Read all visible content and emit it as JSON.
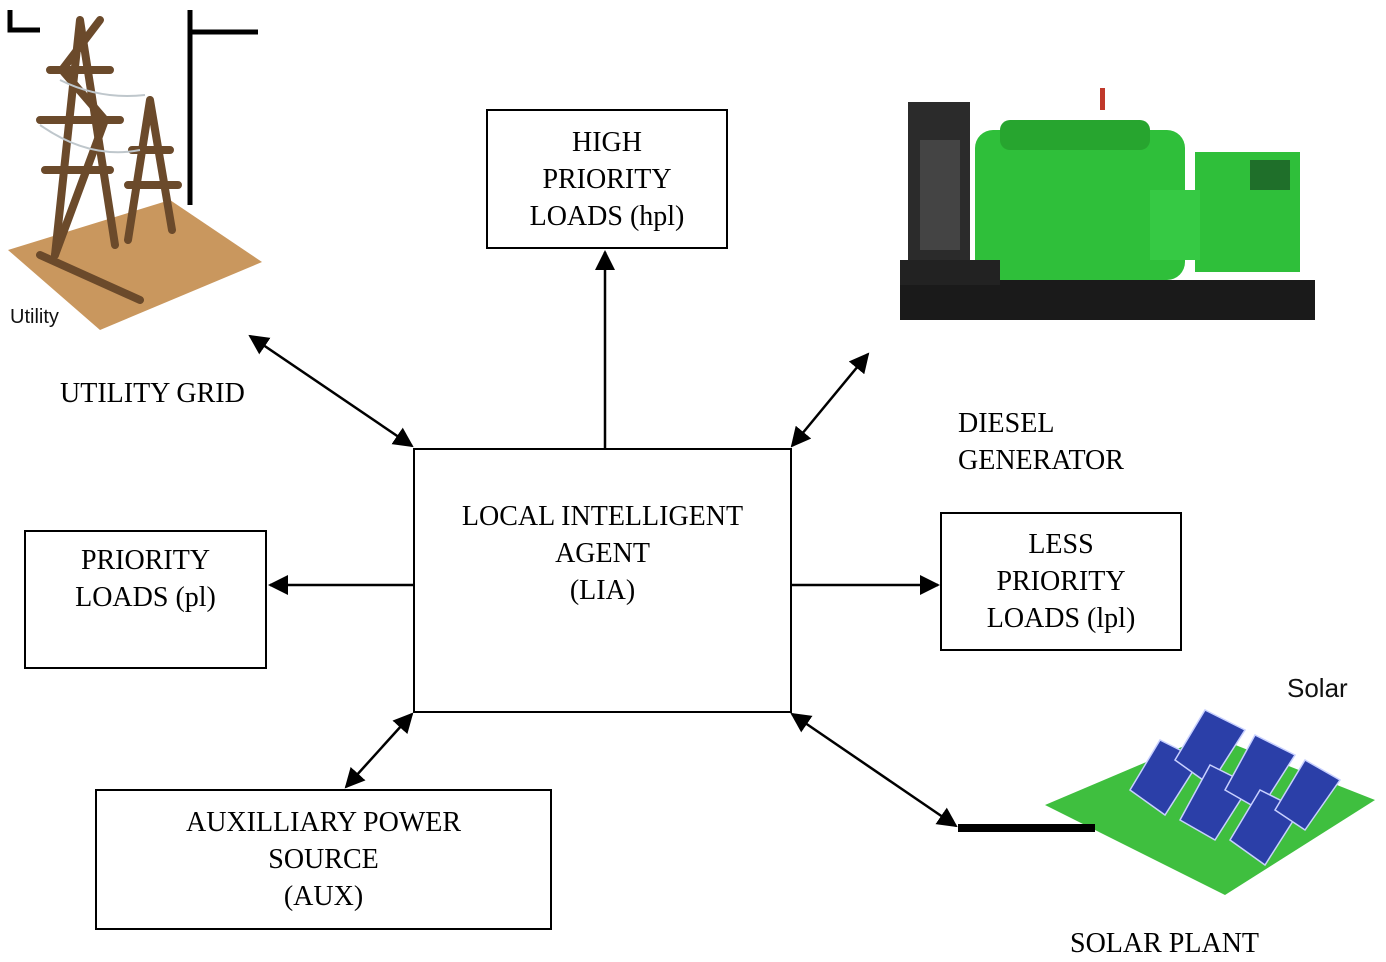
{
  "boxes": {
    "hpl": {
      "lines": [
        "HIGH",
        "PRIORITY",
        "LOADS (hpl)"
      ]
    },
    "lia": {
      "lines": [
        "LOCAL INTELLIGENT",
        "AGENT",
        "(LIA)"
      ]
    },
    "pl": {
      "lines": [
        "PRIORITY",
        "LOADS (pl)"
      ]
    },
    "lpl": {
      "lines": [
        "LESS",
        "PRIORITY",
        "LOADS (lpl)"
      ]
    },
    "aux": {
      "lines": [
        "AUXILLIARY POWER",
        "SOURCE",
        "(AUX)"
      ]
    }
  },
  "labels": {
    "utility_grid": "UTILITY GRID",
    "diesel_generator": [
      "DIESEL",
      "GENERATOR"
    ],
    "solar_plant": "SOLAR PLANT"
  },
  "images": {
    "utility_caption": "Utility",
    "solar_caption": "Solar"
  },
  "colors": {
    "line": "#000000",
    "tower": "#6b4a2b",
    "ground_tan": "#c9975e",
    "generator_green": "#2fbf3a",
    "generator_base": "#1a1a1a",
    "solar_grass": "#3fbf3f",
    "solar_panel": "#2b3fa8"
  }
}
